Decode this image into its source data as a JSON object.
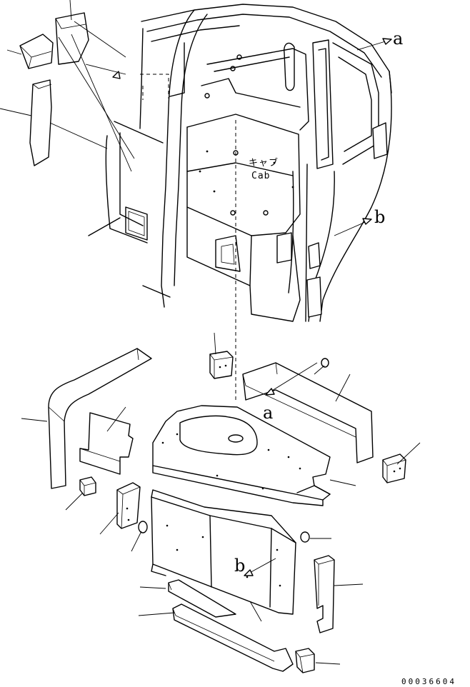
{
  "callouts": {
    "a_top": "a",
    "a_floor": "a",
    "b_right": "b",
    "b_floor": "b"
  },
  "cab_label": {
    "jp": "キャブ",
    "en": "Cab"
  },
  "drawing_code": "00036604"
}
